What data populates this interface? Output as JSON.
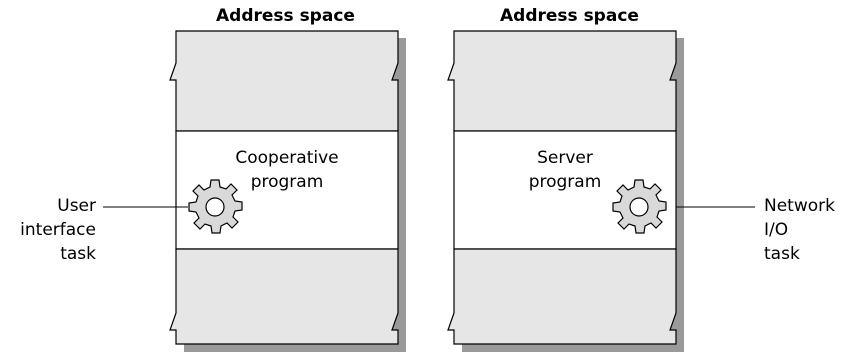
{
  "diagram": {
    "left_column": {
      "heading": "Address space",
      "program_label": "Cooperative\nprogram",
      "task_label": "User\ninterface\ntask"
    },
    "right_column": {
      "heading": "Address space",
      "program_label": "Server\nprogram",
      "task_label": "Network\nI/O\ntask"
    },
    "colors": {
      "shaded_region": "#e6e6e6",
      "program_region": "#ffffff",
      "gear_fill": "#d9d9d9",
      "outline": "#000000",
      "shadow": "#9a9a9a"
    },
    "icons": [
      "gear-icon",
      "gear-icon"
    ]
  }
}
